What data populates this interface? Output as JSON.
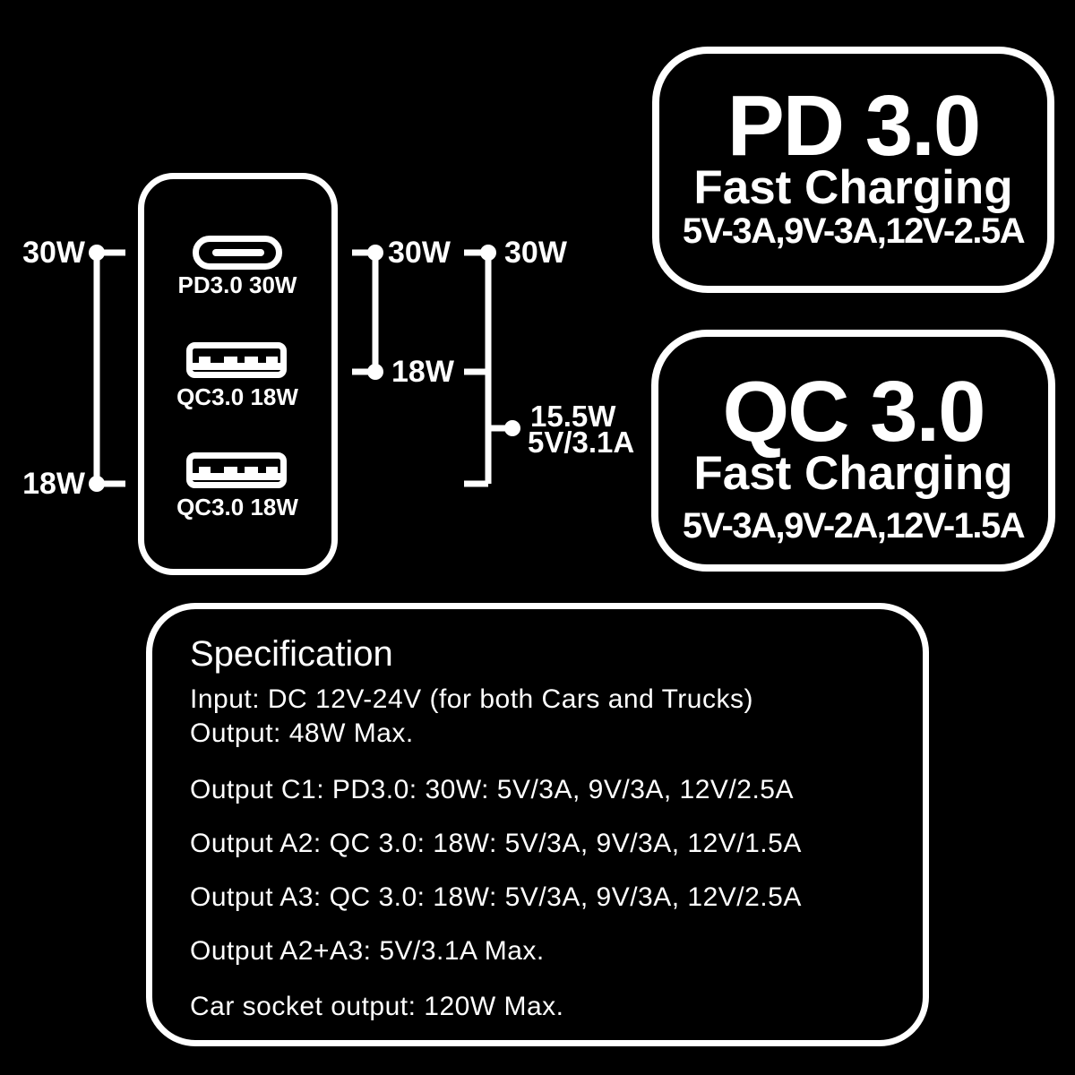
{
  "colors": {
    "background": "#000000",
    "foreground": "#ffffff"
  },
  "device": {
    "ports": [
      {
        "type": "usb-c",
        "label": "PD3.0 30W"
      },
      {
        "type": "usb-a",
        "label": "QC3.0 18W"
      },
      {
        "type": "usb-a",
        "label": "QC3.0 18W"
      }
    ]
  },
  "annotations": {
    "left_top": "30W",
    "left_bottom": "18W",
    "mid_top": "30W",
    "mid_bottom": "18W",
    "right_top": "30W",
    "combined_line1": "15.5W",
    "combined_line2": "5V/3.1A"
  },
  "badges": [
    {
      "title": "PD 3.0",
      "subtitle": "Fast Charging",
      "detail": "5V-3A,9V-3A,12V-2.5A"
    },
    {
      "title": "QC 3.0",
      "subtitle": "Fast Charging",
      "detail": "5V-3A,9V-2A,12V-1.5A"
    }
  ],
  "specification": {
    "title": "Specification",
    "lines": [
      "Input: DC 12V-24V (for both Cars and Trucks)",
      "Output: 48W Max.",
      "Output C1: PD3.0: 30W: 5V/3A, 9V/3A, 12V/2.5A",
      "Output A2: QC 3.0: 18W: 5V/3A, 9V/3A, 12V/1.5A",
      "Output A3: QC 3.0: 18W: 5V/3A, 9V/3A, 12V/2.5A",
      "Output A2+A3: 5V/3.1A Max.",
      "Car socket output: 120W Max."
    ]
  }
}
